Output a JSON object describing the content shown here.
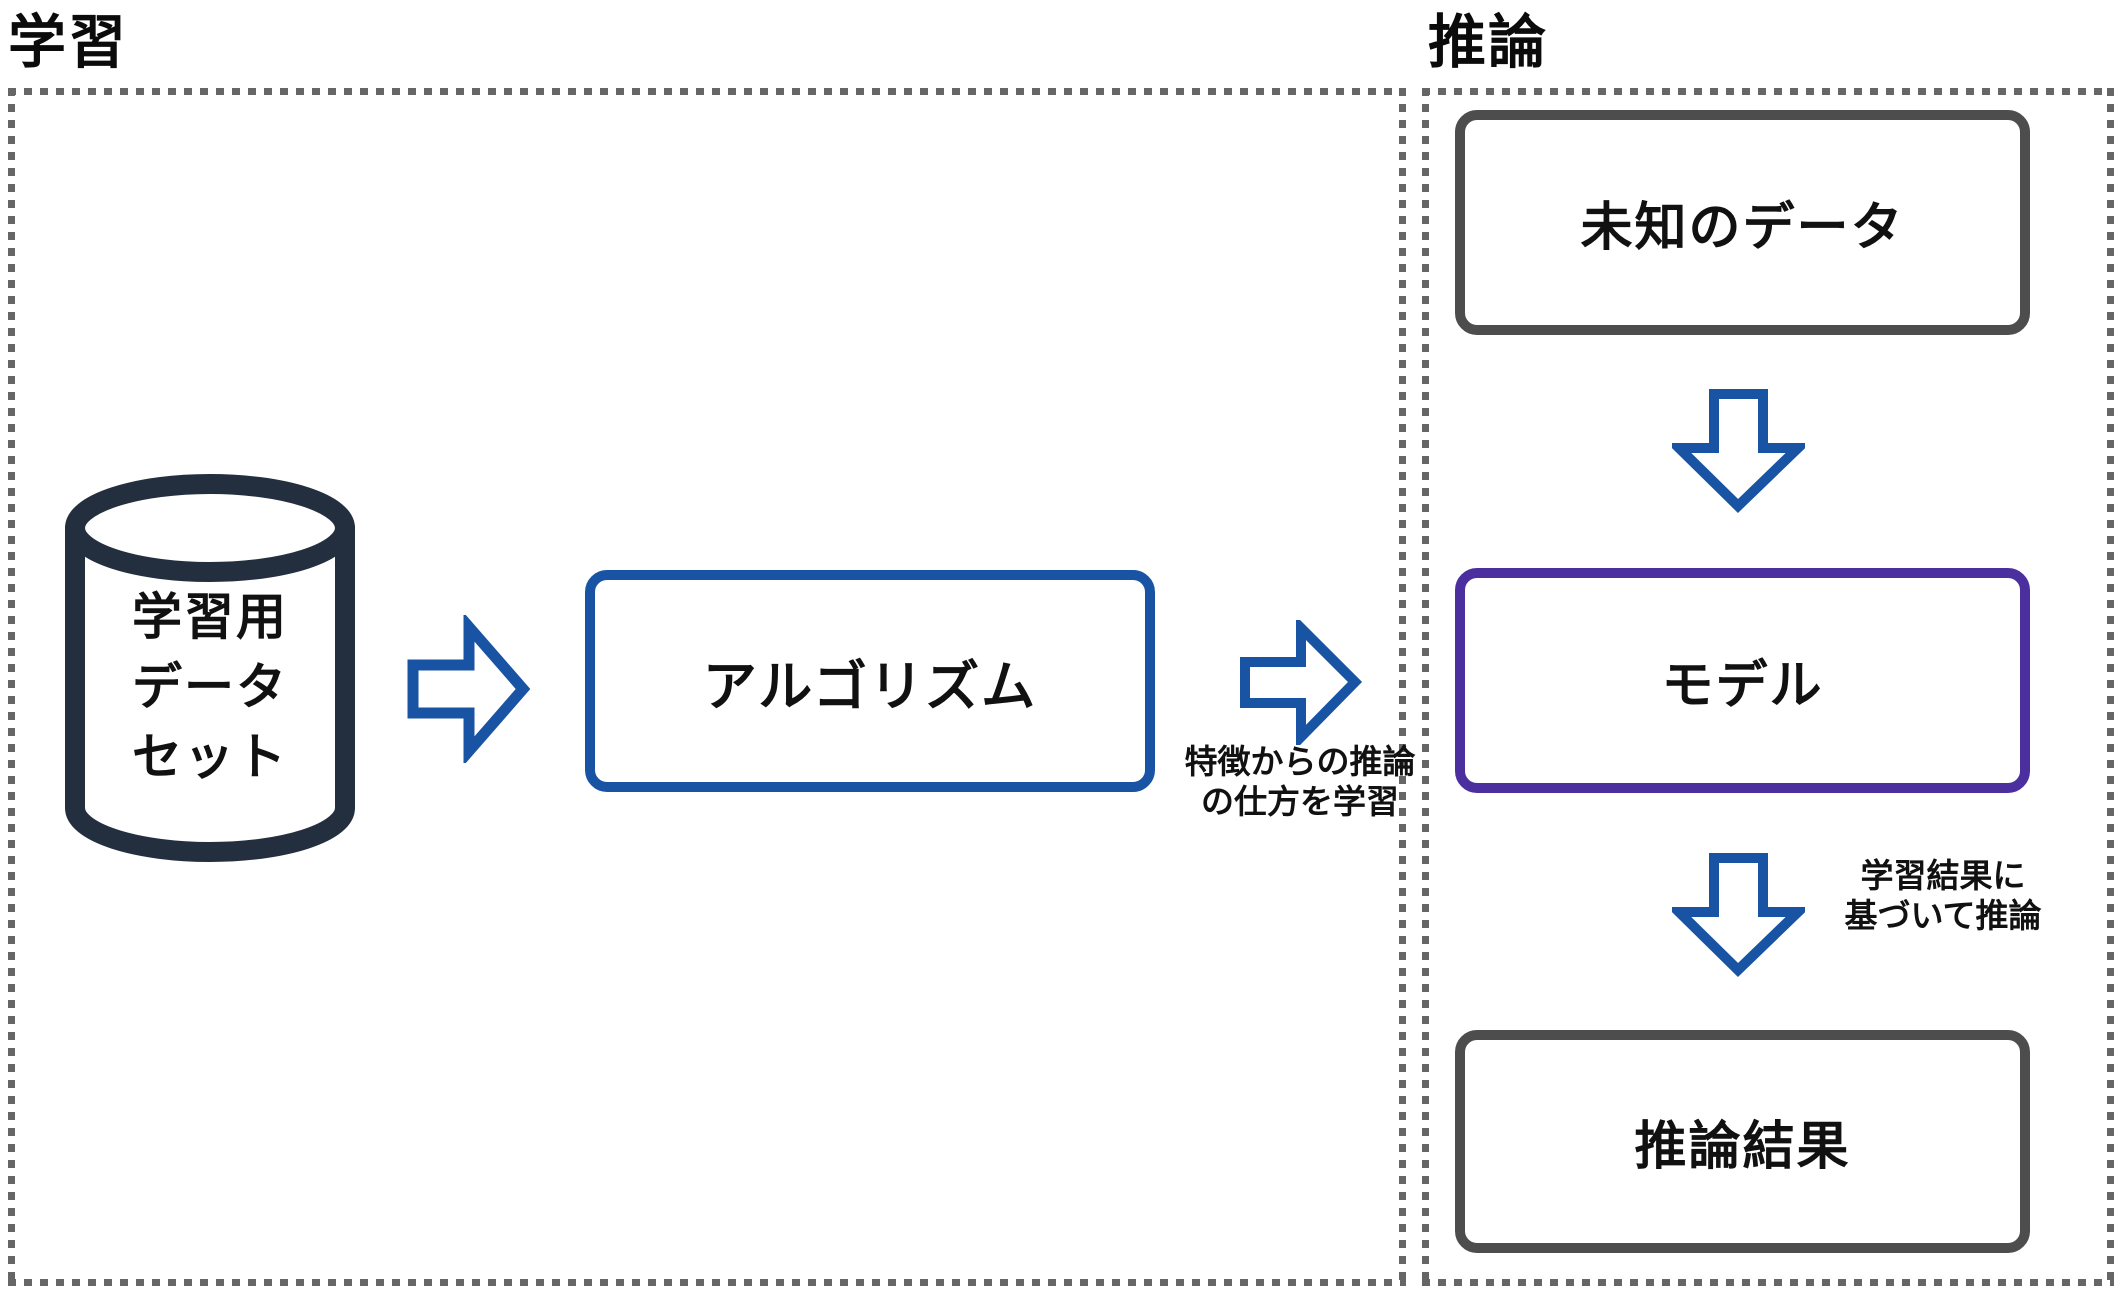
{
  "diagram": {
    "sections": {
      "training": {
        "title": "学習"
      },
      "inference": {
        "title": "推論"
      }
    },
    "nodes": {
      "dataset": {
        "icon": "database-cylinder-icon",
        "label_lines": [
          "学習用",
          "データ",
          "セット"
        ]
      },
      "algorithm": {
        "label": "アルゴリズム"
      },
      "unknown_data": {
        "label": "未知のデータ"
      },
      "model": {
        "label": "モデル"
      },
      "inference_result": {
        "label": "推論結果"
      }
    },
    "annotations": {
      "training_arrow": {
        "lines": [
          "特徴からの推論",
          "の仕方を学習"
        ]
      },
      "inference_arrow": {
        "lines": [
          "学習結果に",
          "基づいて推論"
        ]
      }
    },
    "colors": {
      "arrow_blue": "#1853A4",
      "model_purple": "#4C2F9F",
      "box_gray": "#4D4D4D",
      "dotted_border_gray": "#666666",
      "cylinder_navy": "#232F3E",
      "text_black": "#111111",
      "background": "#FFFFFF"
    }
  }
}
